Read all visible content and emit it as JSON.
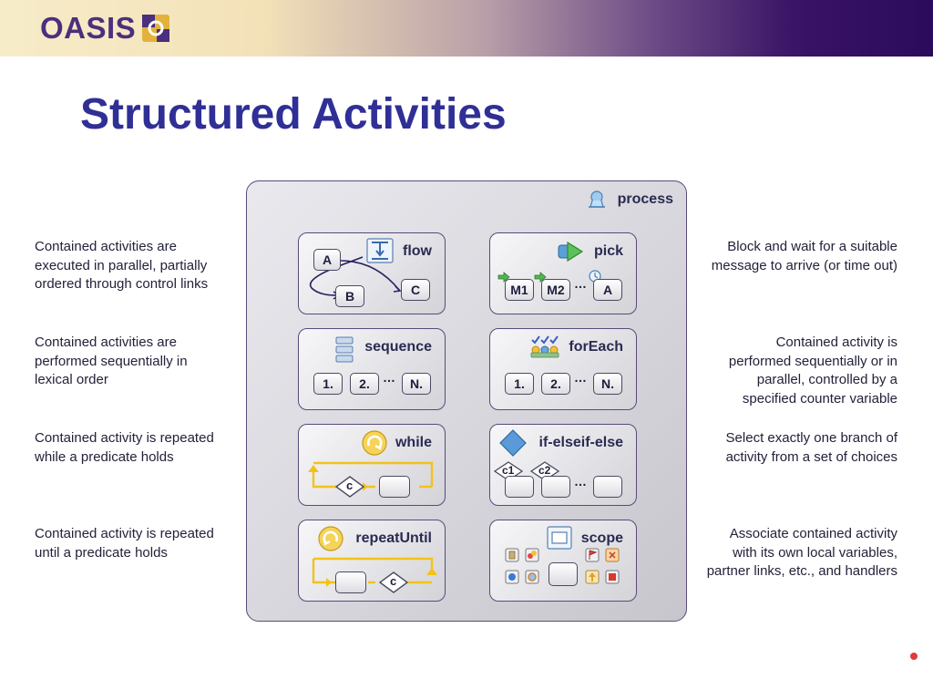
{
  "header": {
    "logo_text": "OASIS"
  },
  "slide": {
    "title": "Structured Activities"
  },
  "process": {
    "label": "process"
  },
  "activities": {
    "flow": {
      "title": "flow",
      "a": "A",
      "b": "B",
      "c": "C"
    },
    "pick": {
      "title": "pick",
      "m1": "M1",
      "m2": "M2",
      "ellipsis": "…",
      "a": "A"
    },
    "sequence": {
      "title": "sequence",
      "s1": "1.",
      "s2": "2.",
      "ellipsis": "…",
      "sn": "N."
    },
    "foreach": {
      "title": "forEach",
      "s1": "1.",
      "s2": "2.",
      "ellipsis": "…",
      "sn": "N."
    },
    "while": {
      "title": "while",
      "cond": "c"
    },
    "if": {
      "title": "if-elseif-else",
      "c1": "c1",
      "c2": "c2",
      "ellipsis": "…"
    },
    "repeat": {
      "title": "repeatUntil",
      "cond": "c"
    },
    "scope": {
      "title": "scope"
    }
  },
  "descriptions": {
    "left": [
      "Contained activities are executed in parallel, partially ordered through control links",
      "Contained activities are performed sequentially in lexical order",
      "Contained activity is repeated while a predicate holds",
      "Contained activity is repeated until a predicate holds"
    ],
    "right": [
      "Block and wait for a suitable message to arrive (or time out)",
      "Contained activity is performed sequentially or in parallel, controlled by a specified counter variable",
      "Select exactly one branch of activity from a set of choices",
      "Associate contained activity with its own local variables, partner links, etc., and handlers"
    ]
  },
  "colors": {
    "title": "#2f2f96",
    "logo": "#4b2f7d",
    "loop_arrow": "#f2c21a",
    "accent_dot": "#e03a3a"
  }
}
